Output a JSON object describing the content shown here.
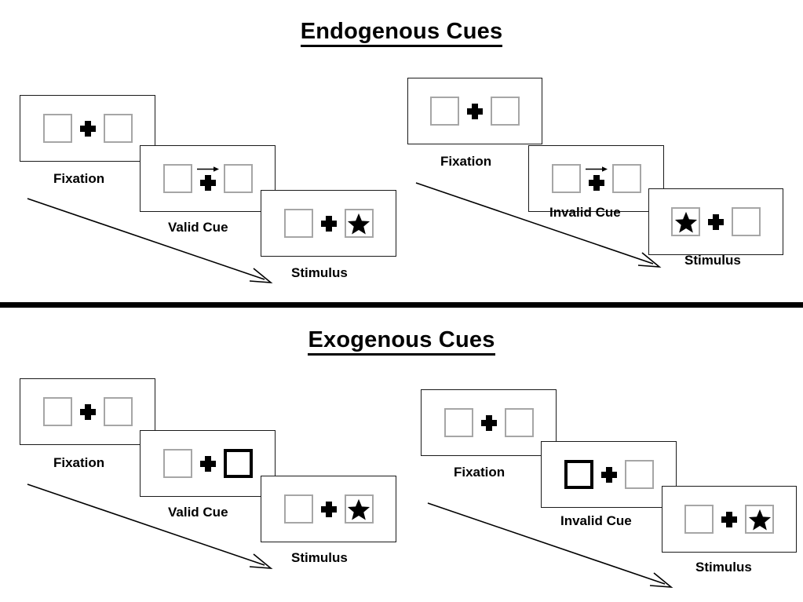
{
  "figure": {
    "sections": [
      {
        "id": "endogenous",
        "title": "Endogenous Cues",
        "groups": [
          {
            "id": "endogenous-valid",
            "panels": [
              {
                "id": "fixation",
                "caption": "Fixation",
                "left_box": "empty",
                "right_box": "empty",
                "cue": "none",
                "arrow_direction": ""
              },
              {
                "id": "cue",
                "caption": "Valid Cue",
                "left_box": "empty",
                "right_box": "empty",
                "cue": "arrow",
                "arrow_direction": "right"
              },
              {
                "id": "stimulus",
                "caption": "Stimulus",
                "left_box": "empty",
                "right_box": "star",
                "cue": "none",
                "arrow_direction": ""
              }
            ]
          },
          {
            "id": "endogenous-invalid",
            "panels": [
              {
                "id": "fixation",
                "caption": "Fixation",
                "left_box": "empty",
                "right_box": "empty",
                "cue": "none",
                "arrow_direction": ""
              },
              {
                "id": "cue",
                "caption": "Invalid Cue",
                "left_box": "empty",
                "right_box": "empty",
                "cue": "arrow",
                "arrow_direction": "right"
              },
              {
                "id": "stimulus",
                "caption": "Stimulus",
                "left_box": "star",
                "right_box": "empty",
                "cue": "none",
                "arrow_direction": ""
              }
            ]
          }
        ]
      },
      {
        "id": "exogenous",
        "title": "Exogenous Cues",
        "groups": [
          {
            "id": "exogenous-valid",
            "panels": [
              {
                "id": "fixation",
                "caption": "Fixation",
                "left_box": "empty",
                "right_box": "empty",
                "cue": "none",
                "arrow_direction": ""
              },
              {
                "id": "cue",
                "caption": "Valid Cue",
                "left_box": "empty",
                "right_box": "highlight",
                "cue": "box-highlight",
                "arrow_direction": ""
              },
              {
                "id": "stimulus",
                "caption": "Stimulus",
                "left_box": "empty",
                "right_box": "star",
                "cue": "none",
                "arrow_direction": ""
              }
            ]
          },
          {
            "id": "exogenous-invalid",
            "panels": [
              {
                "id": "fixation",
                "caption": "Fixation",
                "left_box": "empty",
                "right_box": "empty",
                "cue": "none",
                "arrow_direction": ""
              },
              {
                "id": "cue",
                "caption": "Invalid Cue",
                "left_box": "highlight",
                "right_box": "empty",
                "cue": "box-highlight",
                "arrow_direction": ""
              },
              {
                "id": "stimulus",
                "caption": "Stimulus",
                "left_box": "empty",
                "right_box": "star",
                "cue": "none",
                "arrow_direction": ""
              }
            ]
          }
        ]
      }
    ],
    "colors": {
      "box_border": "#a6a6a6",
      "cued_box_border": "#000000",
      "panel_border": "#1a1a1a",
      "text": "#000000",
      "divider": "#000000",
      "background": "#ffffff"
    }
  }
}
